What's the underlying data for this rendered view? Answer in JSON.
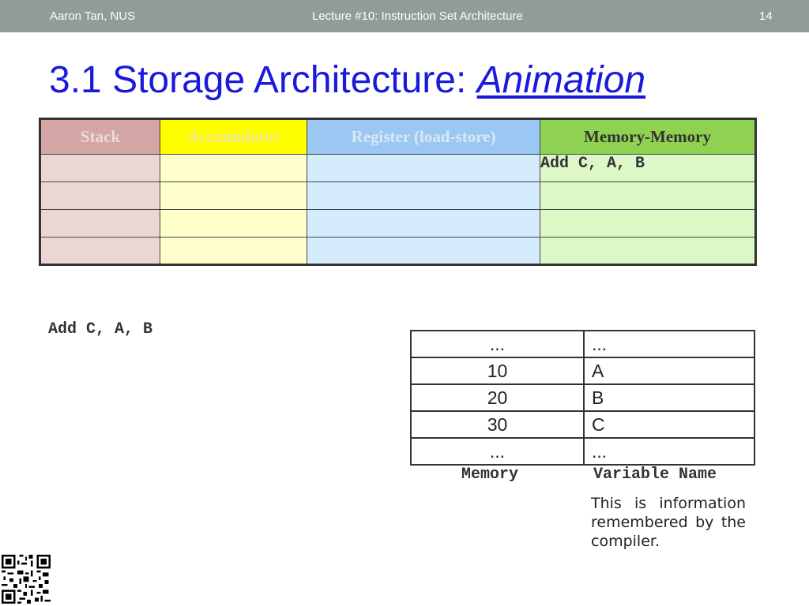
{
  "header": {
    "author": "Aaron Tan, NUS",
    "lecture": "Lecture #10: Instruction Set Architecture",
    "page": "14"
  },
  "title": {
    "main": "3.1 Storage Architecture: ",
    "emphasis": "Animation"
  },
  "arch_table": {
    "headers": [
      "Stack",
      "Accumulator",
      "Register (load-store)",
      "Memory-Memory"
    ],
    "memory_memory_rows": [
      "Add C, A, B",
      "",
      "",
      ""
    ]
  },
  "instruction": "Add C, A, B",
  "memory_table": {
    "rows": [
      {
        "value": "...",
        "name": "..."
      },
      {
        "value": "10",
        "name": "A"
      },
      {
        "value": "20",
        "name": "B"
      },
      {
        "value": "30",
        "name": "C"
      },
      {
        "value": "...",
        "name": "..."
      }
    ],
    "memory_label": "Memory",
    "variable_label": "Variable Name"
  },
  "note": "This is information remembered by the compiler.",
  "colors": {
    "title": "#1a1adb",
    "header_bar": "#8f9d96",
    "stack": "#d4a5a5",
    "accumulator": "#ffff00",
    "register": "#9bc8f2",
    "memory_memory": "#8fd150"
  },
  "icons": {
    "qr": "qr-code-icon"
  }
}
